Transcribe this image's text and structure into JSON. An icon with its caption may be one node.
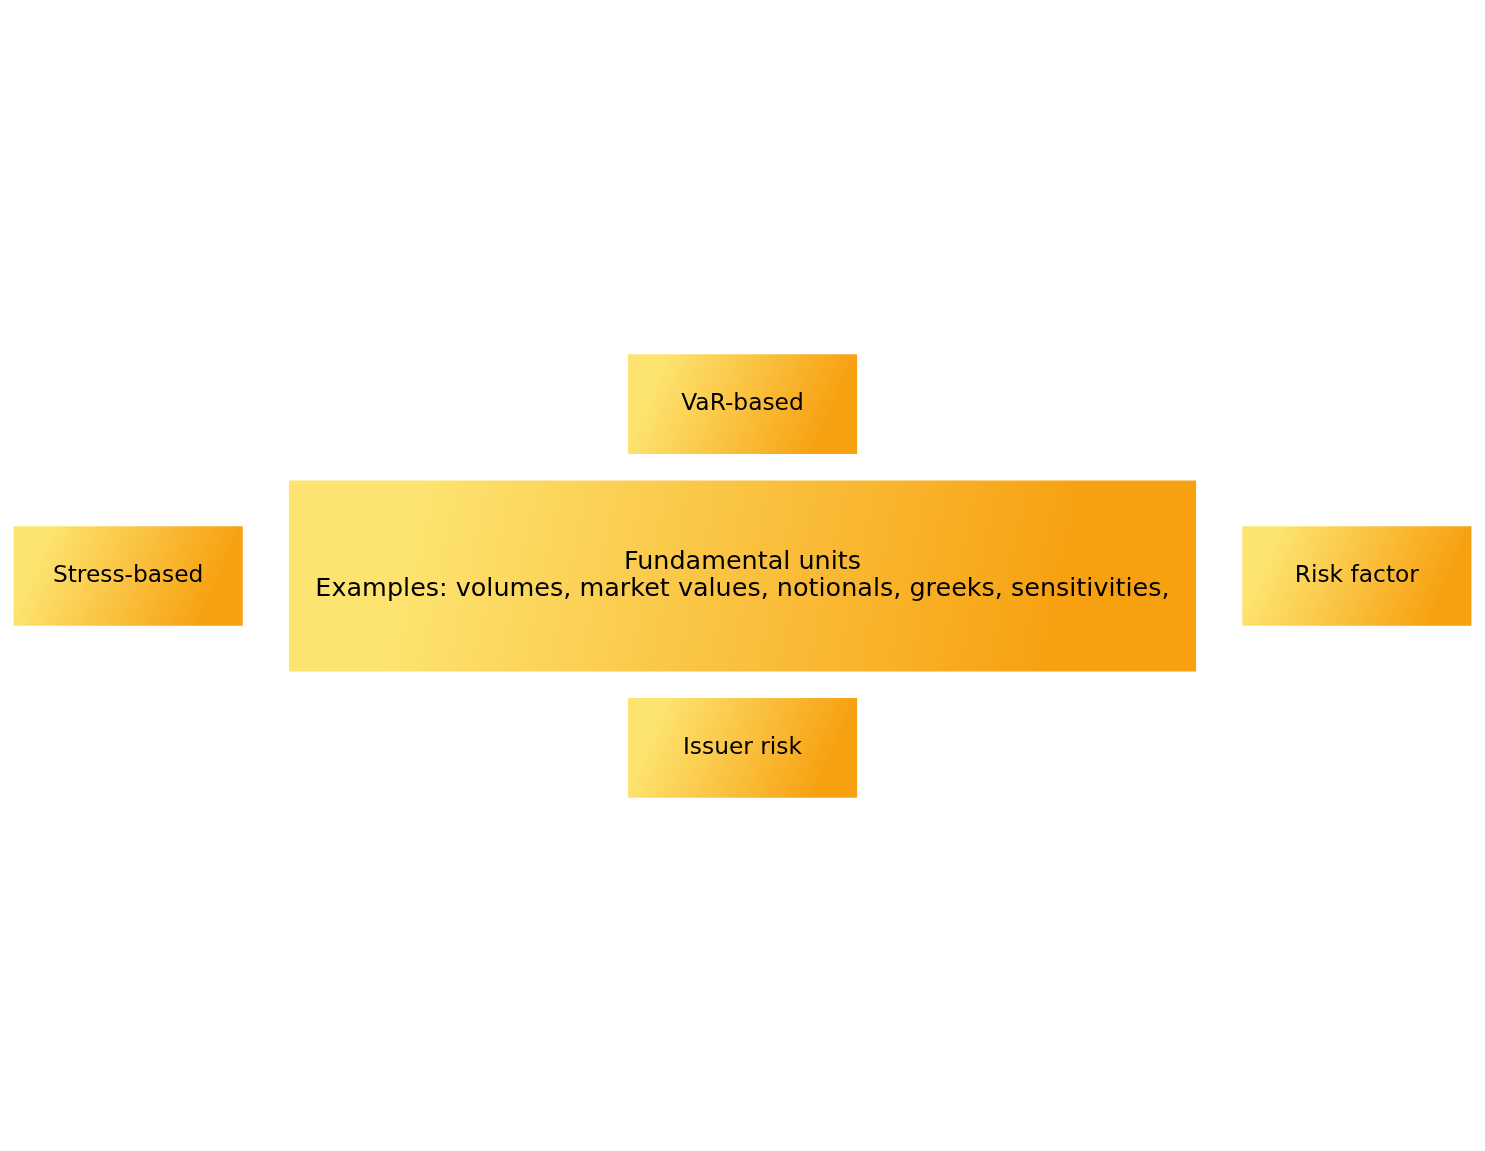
{
  "diagram": {
    "nodes": [
      {
        "text": [
          "VaR-based"
        ]
      },
      {
        "text": [
          "Stress-based"
        ]
      },
      {
        "text": [
          "Fundamental units",
          "Examples: volumes, market values, notionals, greeks, sensitivities,"
        ]
      },
      {
        "text": [
          "Risk factor"
        ]
      },
      {
        "text": [
          "Issuer risk"
        ]
      }
    ]
  }
}
